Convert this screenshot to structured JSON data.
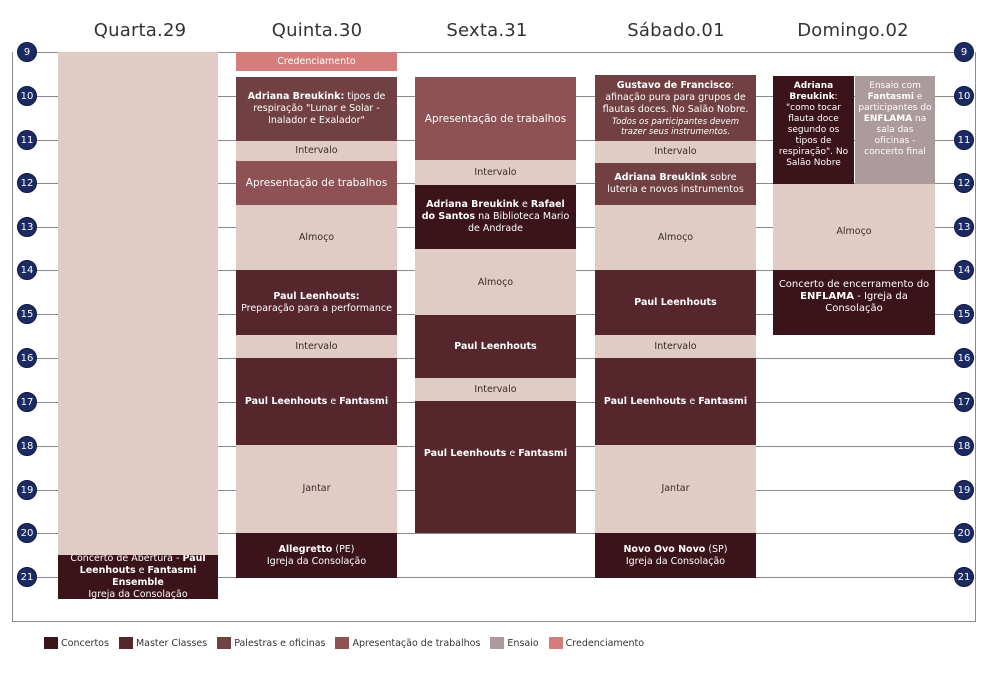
{
  "days": [
    "Quarta.29",
    "Quinta.30",
    "Sexta.31",
    "Sábado.01",
    "Domingo.02"
  ],
  "hours": [
    "9",
    "10",
    "11",
    "12",
    "13",
    "14",
    "15",
    "16",
    "17",
    "18",
    "19",
    "20",
    "21"
  ],
  "colors": {
    "concertos": "#3b141b",
    "master_classes": "#55262c",
    "palestras": "#714043",
    "apresentacao": "#8e5255",
    "ensaio": "#ac9a9c",
    "credenciamento": "#d57d7b",
    "background_slot": "#e0ccc4",
    "hour_badge": "#1b2a63"
  },
  "events": {
    "qua_concerto": {
      "a": "Concerto de Abertura - ",
      "b1": "Paul Leenhouts",
      "c": " e ",
      "b2": "Fantasmi Ensemble",
      "d": "Igreja da Consolação"
    },
    "qui_cred": "Credenciamento",
    "qui_adriana": {
      "b": "Adriana Breukink:",
      "t": " tipos de respiração \"Lunar e Solar - Inalador e Exalador\""
    },
    "qui_int1": "Intervalo",
    "qui_apres": "Apresentação de trabalhos",
    "qui_almoco": "Almoço",
    "qui_paul": {
      "b": "Paul Leenhouts:",
      "t": "Preparação para a performance"
    },
    "qui_int2": "Intervalo",
    "qui_paul_fant": {
      "b1": "Paul Leenhouts",
      "c": " e ",
      "b2": "Fantasmi"
    },
    "qui_jantar": "Jantar",
    "qui_allegretto": {
      "b": "Allegretto",
      "t": " (PE)",
      "d": "Igreja da Consolação"
    },
    "sex_apres": "Apresentação de trabalhos",
    "sex_int1": "Intervalo",
    "sex_adriana_rafael": {
      "b1": "Adriana Breukink",
      "c": " e ",
      "b2": "Rafael do Santos",
      "t": " na Biblioteca Mario de Andrade"
    },
    "sex_almoco": "Almoço",
    "sex_paul": "Paul Leenhouts",
    "sex_int2": "Intervalo",
    "sex_paul_fant": {
      "b1": "Paul Leenhouts",
      "c": " e ",
      "b2": "Fantasmi"
    },
    "sab_gustavo": {
      "b": "Gustavo de Francisco",
      "t": ": afinação pura para grupos de flautas doces. No Salão Nobre.",
      "i": "Todos os participantes devem trazer seus instrumentos."
    },
    "sab_int1": "Intervalo",
    "sab_adriana": {
      "b": "Adriana Breukink",
      "t": " sobre luteria e novos instrumentos"
    },
    "sab_almoco": "Almoço",
    "sab_paul": "Paul Leenhouts",
    "sab_int2": "Intervalo",
    "sab_paul_fant": {
      "b1": "Paul Leenhouts",
      "c": " e ",
      "b2": "Fantasmi"
    },
    "sab_jantar": "Jantar",
    "sab_novo": {
      "b": "Novo Ovo Novo",
      "t": " (SP)",
      "d": "Igreja da Consolação"
    },
    "dom_adriana": {
      "b": "Adriana Breukink",
      "t": ": \"como tocar flauta doce segundo os tipos de respiração\". No Salão Nobre"
    },
    "dom_ensaio": {
      "a": "Ensaio com ",
      "b1": "Fantasmi",
      "c": " e participantes do ",
      "b2": "ENFLAMA",
      "d": " na sala das oficinas - concerto final"
    },
    "dom_almoco": "Almoço",
    "dom_concerto": {
      "a": "Concerto de encerramento do ",
      "b": "ENFLAMA",
      "c": " - Igreja da Consolação"
    }
  },
  "legend": [
    "Concertos",
    "Master Classes",
    "Palestras e oficinas",
    "Apresentação de trabalhos",
    "Ensaio",
    "Credenciamento"
  ]
}
